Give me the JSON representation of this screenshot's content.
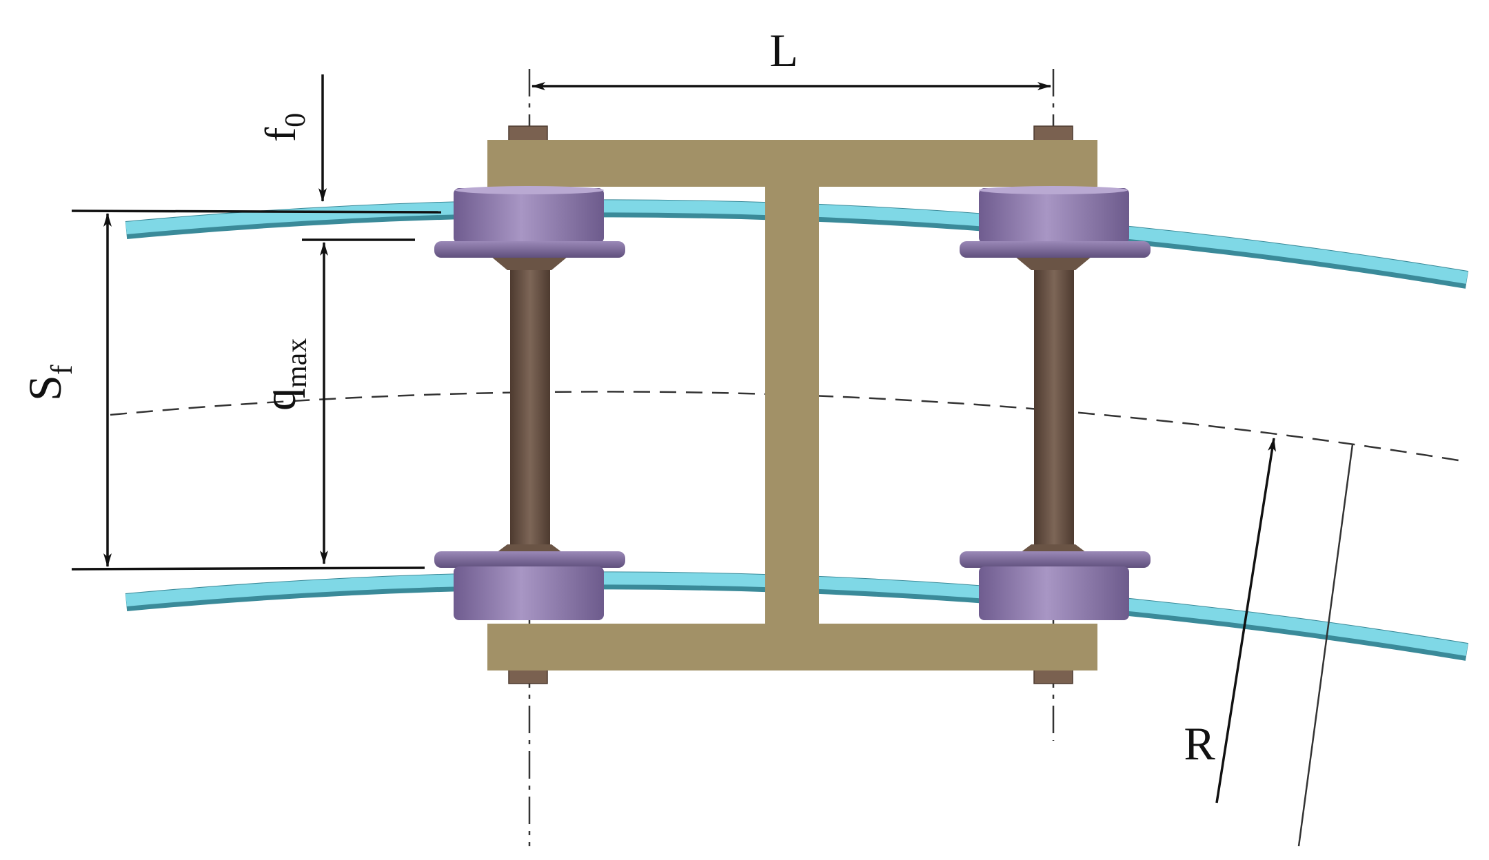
{
  "labels": {
    "L": "L",
    "f_main": "f",
    "f_sub": "0",
    "S_main": "S",
    "S_sub": "f",
    "q_main": "q",
    "q_sub": "max",
    "R": "R"
  },
  "colors": {
    "rail": "#7fd8e6",
    "rail_edge": "#3a8a99",
    "frame": "#a29167",
    "wheel": "#8c79aa",
    "wheel_flange": "#7b689a",
    "axle": "#6a5445",
    "line": "#111111",
    "background": "#ffffff"
  }
}
